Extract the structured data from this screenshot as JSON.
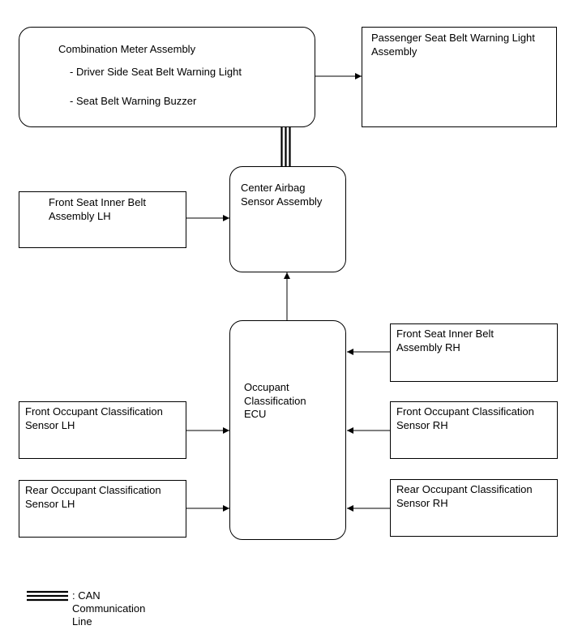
{
  "diagram": {
    "combination_meter": {
      "title": "Combination Meter Assembly",
      "item1": "- Driver Side Seat Belt Warning Light",
      "item2": "- Seat Belt Warning Buzzer"
    },
    "passenger_light": "Passenger Seat Belt Warning Light\nAssembly",
    "center_airbag": "Center Airbag\nSensor Assembly",
    "front_inner_belt_lh": "Front Seat Inner Belt\nAssembly LH",
    "occupant_ecu": "Occupant\nClassification\nECU",
    "front_inner_belt_rh": "Front Seat Inner Belt\nAssembly RH",
    "front_occ_sensor_lh": "Front Occupant Classification\nSensor LH",
    "front_occ_sensor_rh": "Front Occupant Classification\nSensor RH",
    "rear_occ_sensor_lh": "Rear Occupant Classification\nSensor LH",
    "rear_occ_sensor_rh": "Rear Occupant Classification\nSensor RH"
  },
  "legend": {
    "can_label": ": CAN Communication Line"
  }
}
